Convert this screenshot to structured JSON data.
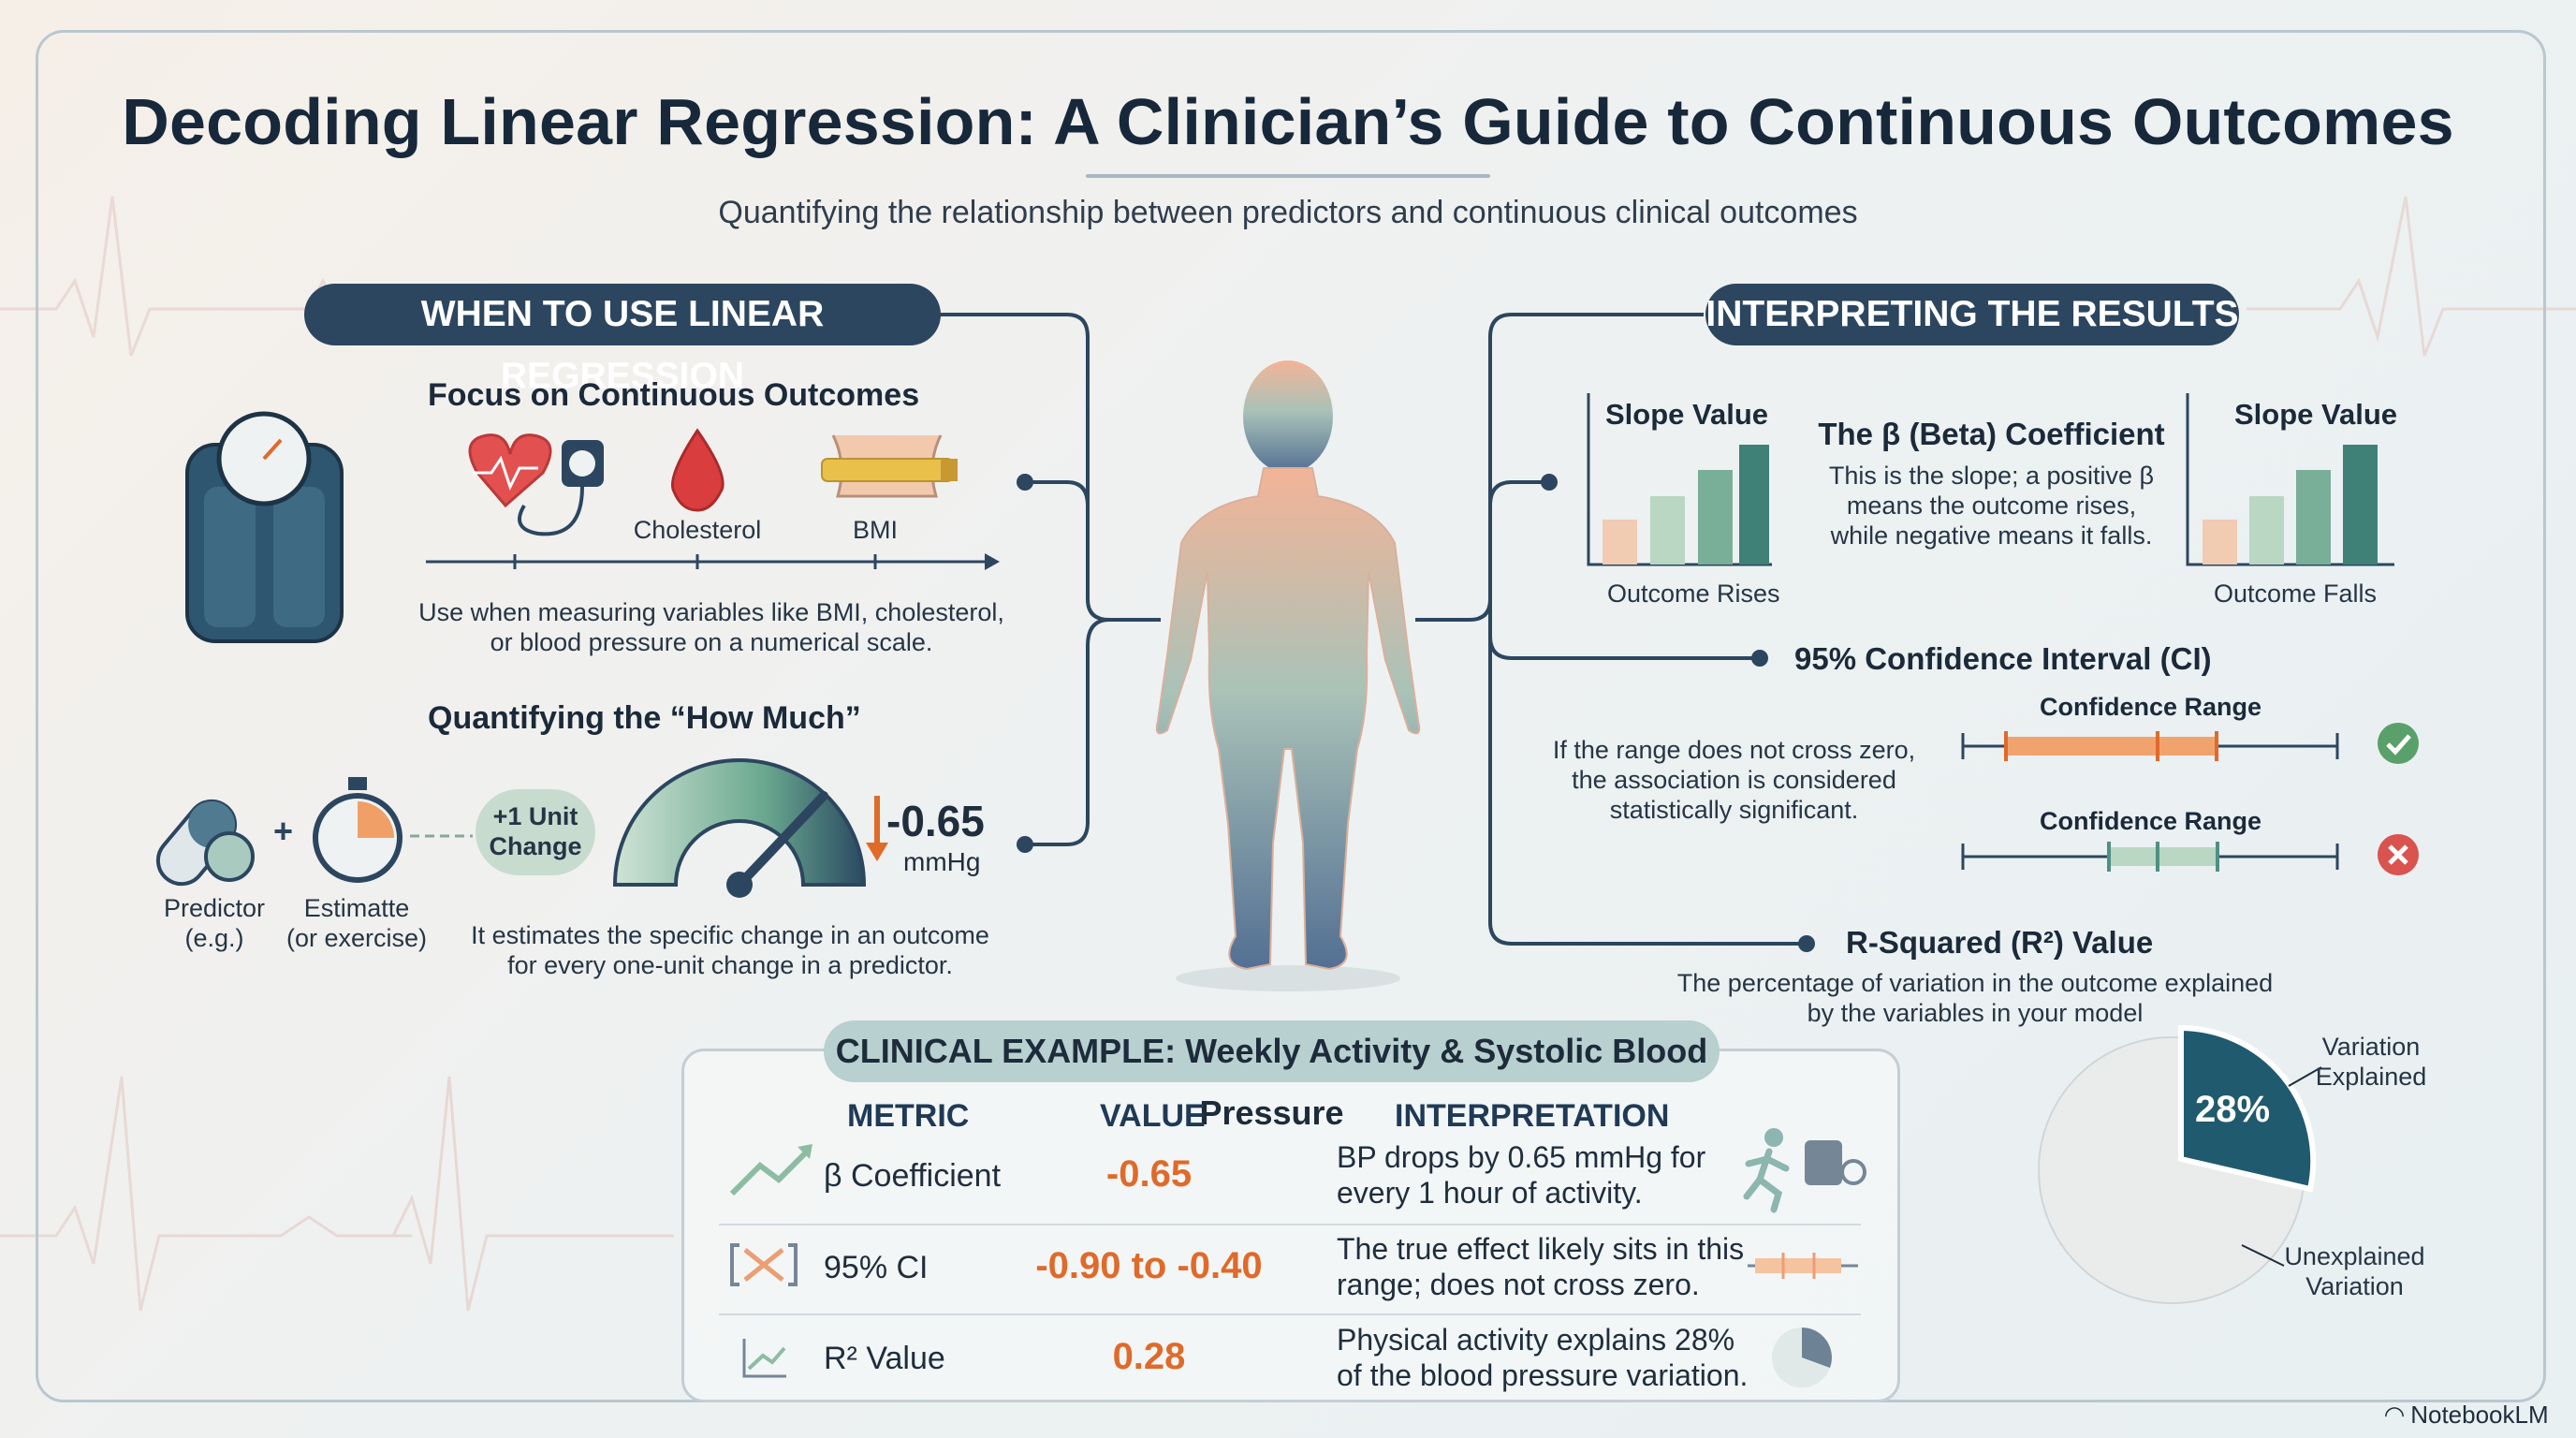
{
  "header": {
    "title": "Decoding Linear Regression: A Clinician’s Guide to Continuous Outcomes",
    "subtitle": "Quantifying the relationship between predictors and continuous clinical outcomes"
  },
  "left": {
    "pill": "WHEN TO USE LINEAR REGRESSION",
    "continuous": {
      "heading": "Focus on Continuous Outcomes",
      "cholesterol_label": "Cholesterol",
      "bmi_label": "BMI",
      "description_line1": "Use when measuring variables like BMI, cholesterol,",
      "description_line2": "or blood pressure on a numerical scale."
    },
    "how_much": {
      "heading": "Quantifying the “How Much”",
      "predictor_line1": "Predictor",
      "predictor_line2": "(e.g.)",
      "estimate_line1": "Estimatte",
      "estimate_line2": "(or exercise)",
      "unit_change_line1": "+1 Unit",
      "unit_change_line2": "Change",
      "change_value": "-0.65",
      "change_unit": "mmHg",
      "description_line1": "It estimates the specific change in an outcome",
      "description_line2": "for every one-unit change in a predictor."
    }
  },
  "right": {
    "pill": "INTERPRETING THE RESULTS",
    "beta": {
      "chart_left_title": "Slope Value",
      "chart_left_caption": "Outcome Rises",
      "chart_right_title": "Slope Value",
      "chart_right_caption": "Outcome Falls",
      "heading": "The β (Beta) Coefficient",
      "desc_line1": "This is the slope; a positive β",
      "desc_line2": "means the outcome rises,",
      "desc_line3": "while negative means it falls."
    },
    "ci": {
      "heading": "95% Confidence Interval (CI)",
      "desc_line1": "If the range does not cross zero,",
      "desc_line2": "the association is considered",
      "desc_line3": "statistically significant.",
      "range_label_1": "Confidence Range",
      "range_label_2": "Confidence Range"
    },
    "r2": {
      "heading": "R-Squared (R²) Value",
      "desc_line1": "The percentage of variation in the outcome explained",
      "desc_line2": "by the variables in your model",
      "pie_value": "28%",
      "explained_line1": "Variation",
      "explained_line2": "Explained",
      "unexplained_line1": "Unexplained",
      "unexplained_line2": "Variation"
    }
  },
  "example": {
    "pill": "CLINICAL EXAMPLE: Weekly Activity & Systolic Blood Pressure",
    "headers": {
      "metric": "METRIC",
      "value": "VALUE",
      "interpretation": "INTERPRETATION"
    },
    "rows": [
      {
        "metric": "β Coefficient",
        "value": "-0.65",
        "interp_line1": "BP drops by 0.65 mmHg for",
        "interp_line2": "every 1 hour of activity."
      },
      {
        "metric": "95% CI",
        "value": "-0.90 to -0.40",
        "interp_line1": "The true effect likely sits in this",
        "interp_line2": "range; does not cross zero."
      },
      {
        "metric": "R² Value",
        "value": "0.28",
        "interp_line1": "Physical activity explains 28%",
        "interp_line2": "of the blood pressure variation."
      }
    ]
  },
  "footer": {
    "brand": "NotebookLM"
  },
  "colors": {
    "navy": "#2c4660",
    "orange": "#e06a2a",
    "teal": "#4f8f84",
    "green": "#5aa06a",
    "red": "#d9534f"
  },
  "r2_fraction": 0.28
}
